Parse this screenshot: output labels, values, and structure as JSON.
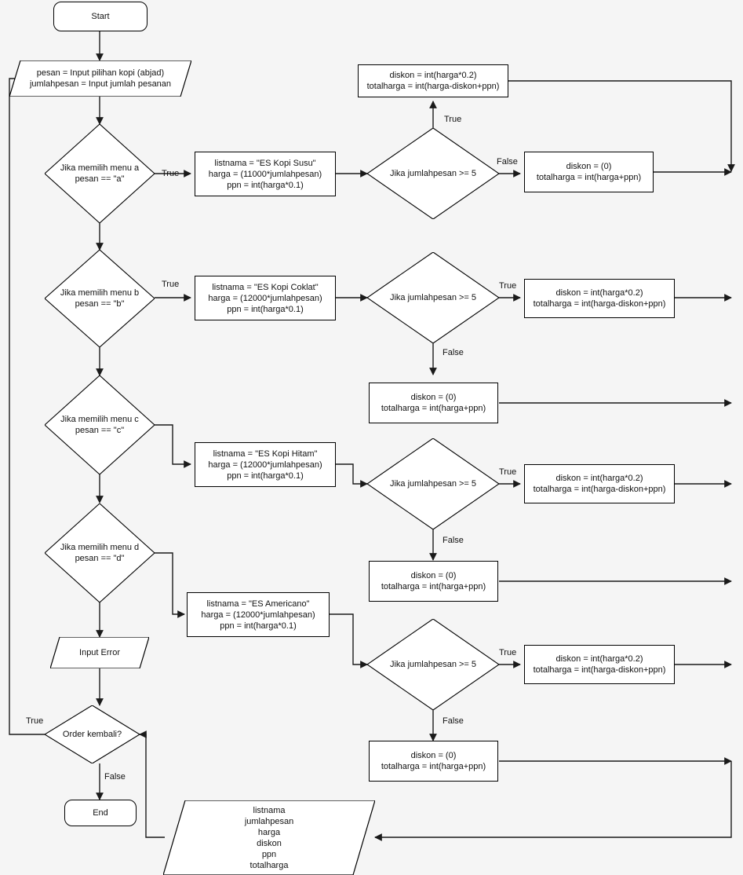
{
  "diagram": {
    "title": "Coffee order flowchart",
    "background": "#f5f5f5",
    "stroke": "#000000",
    "text_color": "#111111"
  },
  "nodes": {
    "start": {
      "label": "Start",
      "shape": "terminator"
    },
    "input": {
      "label": "pesan = Input pilihan kopi (abjad)\njumlahpesan = Input jumlah pesanan",
      "shape": "parallelogram"
    },
    "decision_a": {
      "label": "Jika memilih menu a\npesan == \"a\"",
      "shape": "diamond"
    },
    "decision_b": {
      "label": "Jika memilih menu b\npesan == \"b\"",
      "shape": "diamond"
    },
    "decision_c": {
      "label": "Jika memilih menu c\npesan == \"c\"",
      "shape": "diamond"
    },
    "decision_d": {
      "label": "Jika memilih menu d\npesan == \"d\"",
      "shape": "diamond"
    },
    "proc_a": {
      "label": "listnama = \"ES Kopi Susu\"\nharga = (11000*jumlahpesan)\nppn = int(harga*0.1)",
      "shape": "process"
    },
    "proc_b": {
      "label": "listnama = \"ES Kopi Coklat\"\nharga = (12000*jumlahpesan)\nppn = int(harga*0.1)",
      "shape": "process"
    },
    "proc_c": {
      "label": "listnama = \"ES Kopi Hitam\"\nharga = (12000*jumlahpesan)\nppn = int(harga*0.1)",
      "shape": "process"
    },
    "proc_d": {
      "label": "listnama = \"ES Americano\"\nharga = (12000*jumlahpesan)\nppn = int(harga*0.1)",
      "shape": "process"
    },
    "qty_a": {
      "label": "Jika jumlahpesan >= 5",
      "shape": "diamond"
    },
    "qty_b": {
      "label": "Jika jumlahpesan >= 5",
      "shape": "diamond"
    },
    "qty_c": {
      "label": "Jika jumlahpesan >= 5",
      "shape": "diamond"
    },
    "qty_d": {
      "label": "Jika jumlahpesan >= 5",
      "shape": "diamond"
    },
    "disc_a": {
      "label": "diskon = int(harga*0.2)\ntotalharga = int(harga-diskon+ppn)",
      "shape": "process"
    },
    "nodisc_a": {
      "label": "diskon = (0)\ntotalharga = int(harga+ppn)",
      "shape": "process"
    },
    "disc_b": {
      "label": "diskon = int(harga*0.2)\ntotalharga = int(harga-diskon+ppn)",
      "shape": "process"
    },
    "nodisc_b": {
      "label": "diskon = (0)\ntotalharga = int(harga+ppn)",
      "shape": "process"
    },
    "disc_c": {
      "label": "diskon = int(harga*0.2)\ntotalharga = int(harga-diskon+ppn)",
      "shape": "process"
    },
    "nodisc_c": {
      "label": "diskon = (0)\ntotalharga = int(harga+ppn)",
      "shape": "process"
    },
    "disc_d": {
      "label": "diskon = int(harga*0.2)\ntotalharga = int(harga-diskon+ppn)",
      "shape": "process"
    },
    "nodisc_d": {
      "label": "diskon = (0)\ntotalharga = int(harga+ppn)",
      "shape": "process"
    },
    "input_error": {
      "label": "Input Error",
      "shape": "parallelogram"
    },
    "order_again": {
      "label": "Order kembali?",
      "shape": "diamond"
    },
    "end": {
      "label": "End",
      "shape": "terminator"
    },
    "output": {
      "label": "listnama\njumlahpesan\nharga\ndiskon\nppn\ntotalharga",
      "shape": "parallelogram"
    }
  },
  "edge_labels": {
    "a_true": "True",
    "b_true": "True",
    "qty_a_true": "True",
    "qty_a_false": "False",
    "qty_b_true": "True",
    "qty_b_false": "False",
    "qty_c_true": "True",
    "qty_c_false": "False",
    "qty_d_true": "True",
    "qty_d_false": "False",
    "order_true": "True",
    "order_false": "False"
  }
}
